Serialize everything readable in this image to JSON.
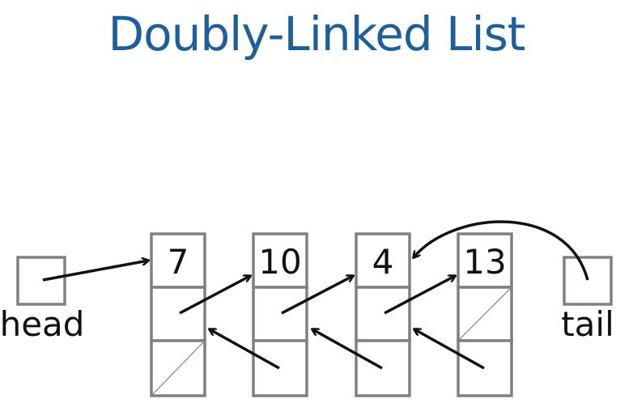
{
  "title": "Doubly-Linked List",
  "nodes": [
    {
      "value": "7",
      "next": "node-1",
      "prev": null
    },
    {
      "value": "10",
      "next": "node-2",
      "prev": "node-0"
    },
    {
      "value": "4",
      "next": "node-3",
      "prev": "node-1"
    },
    {
      "value": "13",
      "next": null,
      "prev": "node-2"
    }
  ],
  "head": {
    "label": "head",
    "points_to": "node-0"
  },
  "tail": {
    "label": "tail",
    "points_to": "node-2"
  },
  "colors": {
    "title": "#1f5f99",
    "box_stroke": "#808080",
    "arrow": "#111111"
  }
}
